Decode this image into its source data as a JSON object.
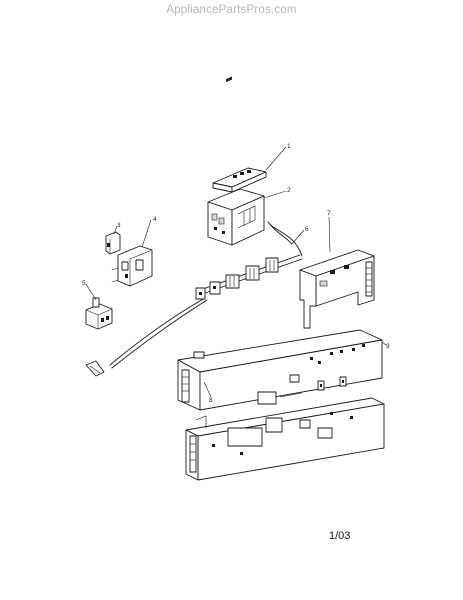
{
  "watermark": "AppliancePartsPros.com",
  "date_code": "1/03",
  "callouts": [
    "1",
    "2",
    "3",
    "4",
    "5",
    "6",
    "7",
    "8",
    "9"
  ]
}
